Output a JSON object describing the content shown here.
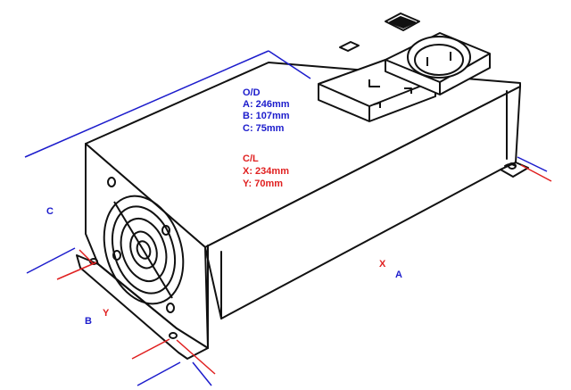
{
  "colors": {
    "outline": "#111111",
    "dimension_blue": "#1c1ccc",
    "dimension_red": "#e02020",
    "background": "#ffffff"
  },
  "outer_dimensions": {
    "heading": "O/D",
    "a": "A: 246mm",
    "b": "B: 107mm",
    "c": "C: 75mm"
  },
  "centre_line": {
    "heading": "C/L",
    "x": "X: 234mm",
    "y": "Y: 70mm"
  },
  "axis_labels": {
    "c": "C",
    "b": "B",
    "y": "Y",
    "x": "X",
    "a": "A"
  },
  "icons": [
    "power-switch-icon",
    "led-indicator-icon",
    "iec-socket-icon",
    "schuko-socket-icon",
    "fan-grille-icon",
    "mounting-hole-icon"
  ]
}
